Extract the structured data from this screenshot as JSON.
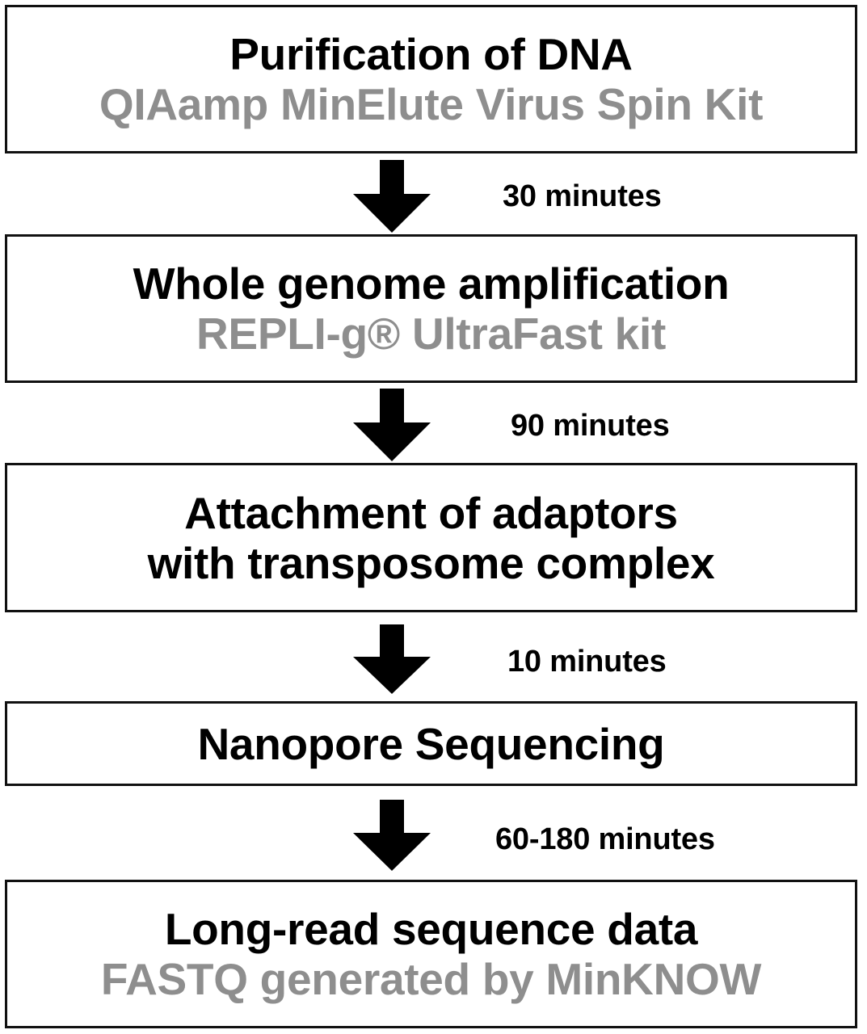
{
  "steps": [
    {
      "title": "Purification of DNA",
      "detail": "QIAamp MinElute Virus Spin Kit"
    },
    {
      "title": "Whole genome amplification",
      "detail": "REPLI-g® UltraFast kit"
    },
    {
      "title_line1": "Attachment of adaptors",
      "title_line2": "with transposome complex"
    },
    {
      "title": "Nanopore Sequencing"
    },
    {
      "title": "Long-read sequence data",
      "detail": "FASTQ generated by MinKNOW"
    }
  ],
  "durations": [
    "30 minutes",
    "90 minutes",
    "10 minutes",
    "60-180 minutes"
  ],
  "colors": {
    "primary_text": "#000000",
    "detail_text": "#8e8e8e",
    "arrow": "#000000",
    "border": "#111111"
  }
}
